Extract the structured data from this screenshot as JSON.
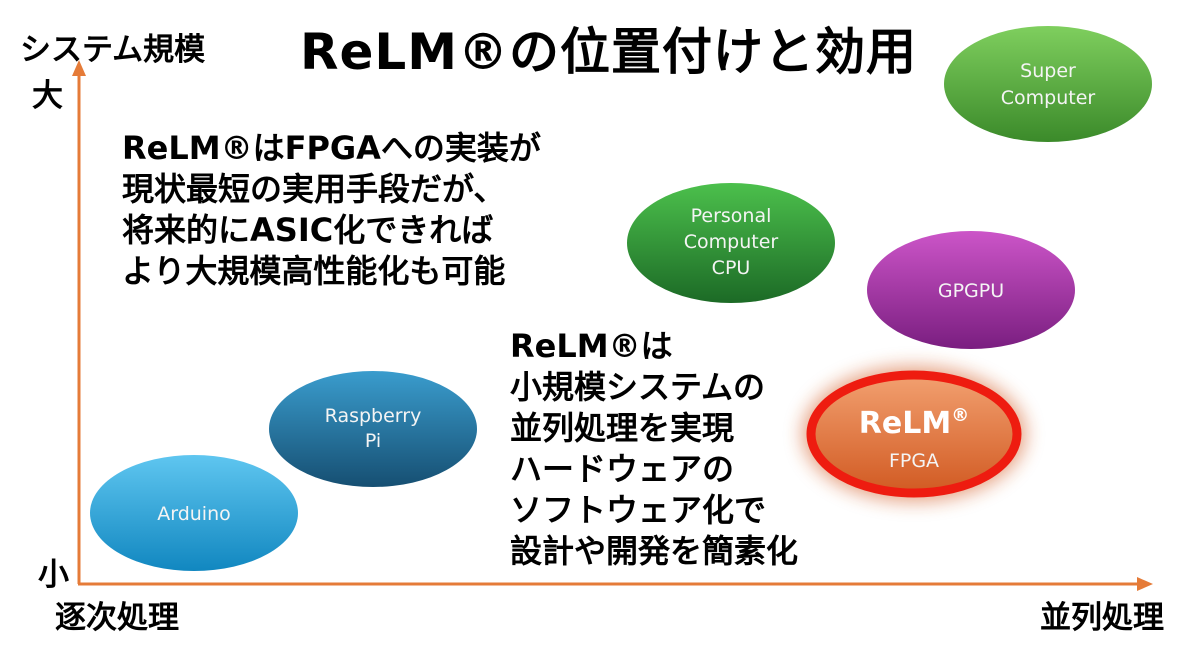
{
  "title": "ReLM®の位置付けと効用",
  "axes": {
    "y_label": "システム規模",
    "y_high": "大",
    "y_low": "小",
    "x_left": "逐次処理",
    "x_right": "並列処理",
    "color": "#e57b38"
  },
  "notes": {
    "note1": [
      "ReLM®はFPGAへの実装が",
      "現状最短の実用手段だが、",
      "将来的にASIC化できれば",
      "より大規模高性能化も可能"
    ],
    "note2": [
      "ReLM®は",
      "小規模システムの",
      "並列処理を実現",
      "ハードウェアの",
      "ソフトウェア化で",
      "設計や開発を簡素化"
    ]
  },
  "nodes": {
    "arduino": {
      "lines": [
        "Arduino"
      ],
      "color_top": "#5fc6f0",
      "color_bottom": "#1187c0"
    },
    "raspberry": {
      "lines": [
        "Raspberry",
        "Pi"
      ],
      "color_top": "#3a9ccd",
      "color_bottom": "#164f72"
    },
    "pc_cpu": {
      "lines": [
        "Personal",
        "Computer",
        "CPU"
      ],
      "color_top": "#4cc04c",
      "color_bottom": "#1c6a26"
    },
    "gpgpu": {
      "lines": [
        "GPGPU"
      ],
      "color_top": "#cc55c8",
      "color_bottom": "#7a1e80"
    },
    "super": {
      "lines": [
        "Super",
        "Computer"
      ],
      "color_top": "#7fcf5e",
      "color_bottom": "#3b8a2a"
    },
    "relm": {
      "name": "ReLM",
      "mark": "®",
      "sub": "FPGA",
      "color_top": "#f2a070",
      "color_bottom": "#d15a22",
      "ring": "#ee1c10"
    }
  }
}
